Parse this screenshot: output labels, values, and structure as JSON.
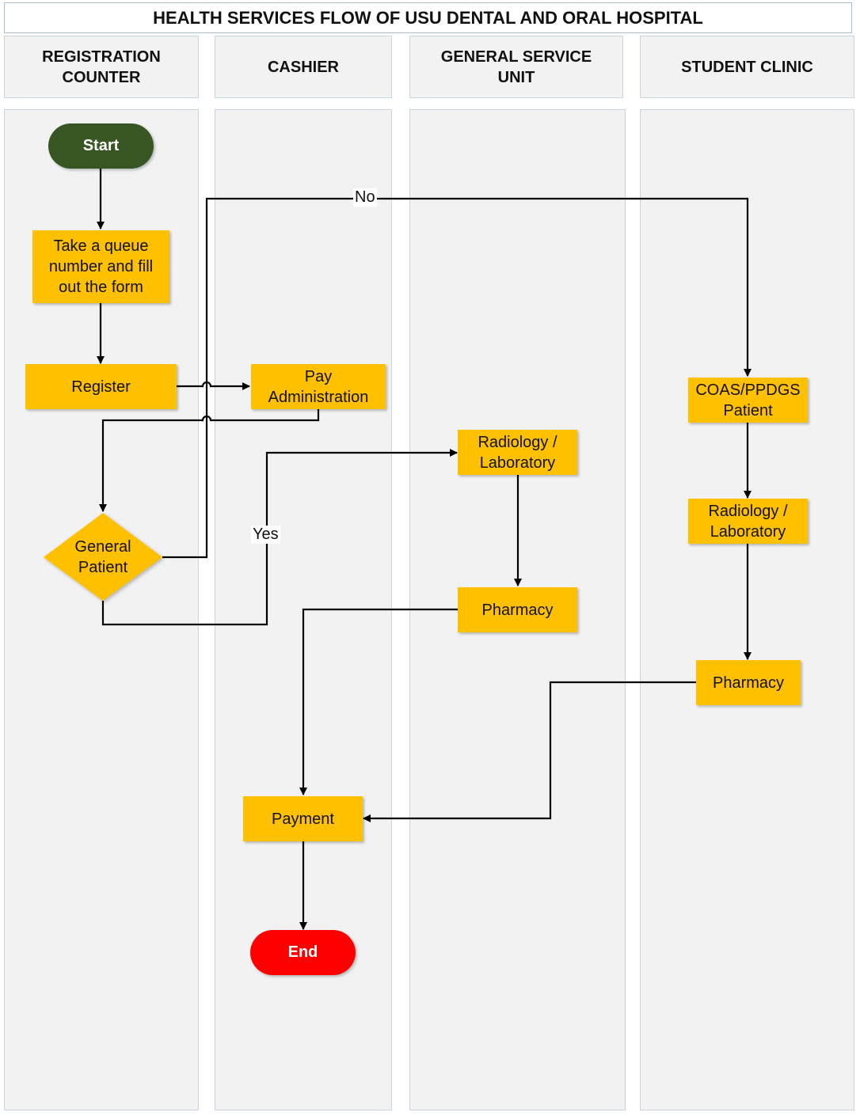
{
  "title": "HEALTH SERVICES FLOW OF USU DENTAL AND ORAL HOSPITAL",
  "lanes": [
    {
      "label": "REGISTRATION\nCOUNTER"
    },
    {
      "label": "CASHIER"
    },
    {
      "label": "GENERAL SERVICE\nUNIT"
    },
    {
      "label": "STUDENT CLINIC"
    }
  ],
  "nodes": {
    "start": "Start",
    "queue": "Take a queue\nnumber and fill\nout the form",
    "register": "Register",
    "pay_admin": "Pay\nAdministration",
    "general_patient": "General\nPatient",
    "gsu_radiology": "Radiology /\nLaboratory",
    "gsu_pharmacy": "Pharmacy",
    "coas_patient": "COAS/PPDGS\nPatient",
    "sc_radiology": "Radiology /\nLaboratory",
    "sc_pharmacy": "Pharmacy",
    "payment": "Payment",
    "end": "End"
  },
  "edge_labels": {
    "no": "No",
    "yes": "Yes"
  },
  "colors": {
    "process": "#ffc000",
    "start": "#375623",
    "end": "#ff0000",
    "lane": "#f2f2f2"
  }
}
